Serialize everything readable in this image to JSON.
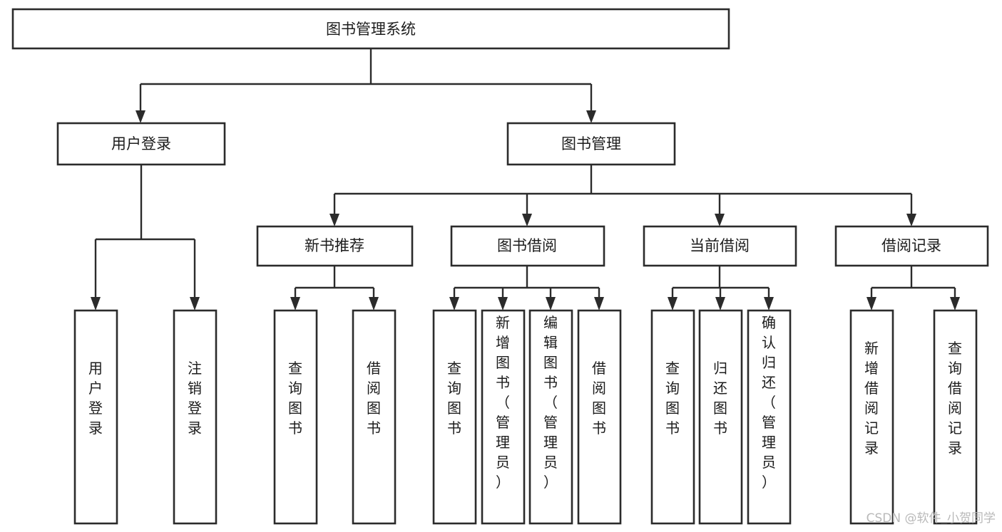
{
  "diagram": {
    "title": "图书管理系统",
    "type": "tree-hierarchy",
    "orientation": "top-down",
    "root": {
      "id": "root",
      "label": "图书管理系统"
    },
    "level2": [
      {
        "id": "user-login",
        "label": "用户登录"
      },
      {
        "id": "book-manage",
        "label": "图书管理"
      }
    ],
    "level3": [
      {
        "id": "new-book-rec",
        "label": "新书推荐",
        "parent": "book-manage"
      },
      {
        "id": "book-borrow",
        "label": "图书借阅",
        "parent": "book-manage"
      },
      {
        "id": "current-borrow",
        "label": "当前借阅",
        "parent": "book-manage"
      },
      {
        "id": "borrow-record",
        "label": "借阅记录",
        "parent": "book-manage"
      }
    ],
    "leaves": [
      {
        "id": "leaf-user-login",
        "label": "用户登录",
        "parent": "user-login"
      },
      {
        "id": "leaf-logout",
        "label": "注销登录",
        "parent": "user-login"
      },
      {
        "id": "leaf-query-book-1",
        "label": "查询图书",
        "parent": "new-book-rec"
      },
      {
        "id": "leaf-borrow-book-1",
        "label": "借阅图书",
        "parent": "new-book-rec"
      },
      {
        "id": "leaf-query-book-2",
        "label": "查询图书",
        "parent": "book-borrow"
      },
      {
        "id": "leaf-add-book",
        "label": "新增图书（管理员）",
        "parent": "book-borrow"
      },
      {
        "id": "leaf-edit-book",
        "label": "编辑图书（管理员）",
        "parent": "book-borrow"
      },
      {
        "id": "leaf-borrow-book-2",
        "label": "借阅图书",
        "parent": "book-borrow"
      },
      {
        "id": "leaf-query-book-3",
        "label": "查询图书",
        "parent": "current-borrow"
      },
      {
        "id": "leaf-return-book",
        "label": "归还图书",
        "parent": "current-borrow"
      },
      {
        "id": "leaf-confirm-return",
        "label": "确认归还（管理员）",
        "parent": "current-borrow"
      },
      {
        "id": "leaf-add-record",
        "label": "新增借阅记录",
        "parent": "borrow-record"
      },
      {
        "id": "leaf-query-record",
        "label": "查询借阅记录",
        "parent": "borrow-record"
      }
    ]
  },
  "watermark": {
    "text": "CSDN @软件_小贺同学"
  },
  "colors": {
    "stroke": "#2b2b2b",
    "fill": "#ffffff",
    "text": "#1c1c1c",
    "watermark": "#b9b9b9"
  }
}
